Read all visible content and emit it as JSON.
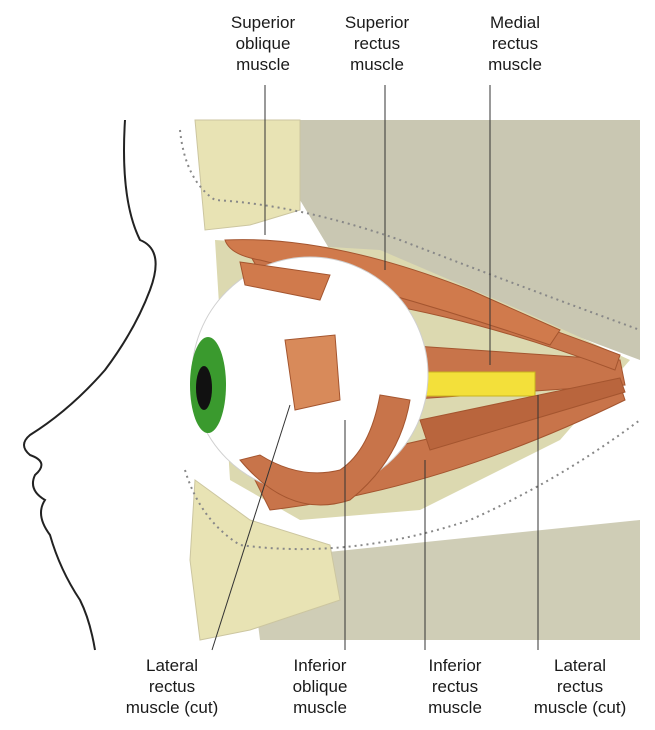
{
  "labels": {
    "superior_oblique": [
      "Superior",
      "oblique",
      "muscle"
    ],
    "superior_rectus": [
      "Superior",
      "rectus",
      "muscle"
    ],
    "medial_rectus": [
      "Medial",
      "rectus",
      "muscle"
    ],
    "lateral_rectus_cut_left": [
      "Lateral",
      "rectus",
      "muscle (cut)"
    ],
    "inferior_oblique": [
      "Inferior",
      "oblique",
      "muscle"
    ],
    "inferior_rectus": [
      "Inferior",
      "rectus",
      "muscle"
    ],
    "lateral_rectus_cut_right": [
      "Lateral",
      "rectus",
      "muscle (cut)"
    ]
  },
  "colors": {
    "muscle": "#c8744a",
    "muscle_dark": "#a4552f",
    "bone": "#e8e3b4",
    "orbit_fat": "#dcd9b0",
    "iris": "#3a9a2e",
    "nerve": "#f3e03a",
    "background_tissue": "#c9c7b2"
  }
}
